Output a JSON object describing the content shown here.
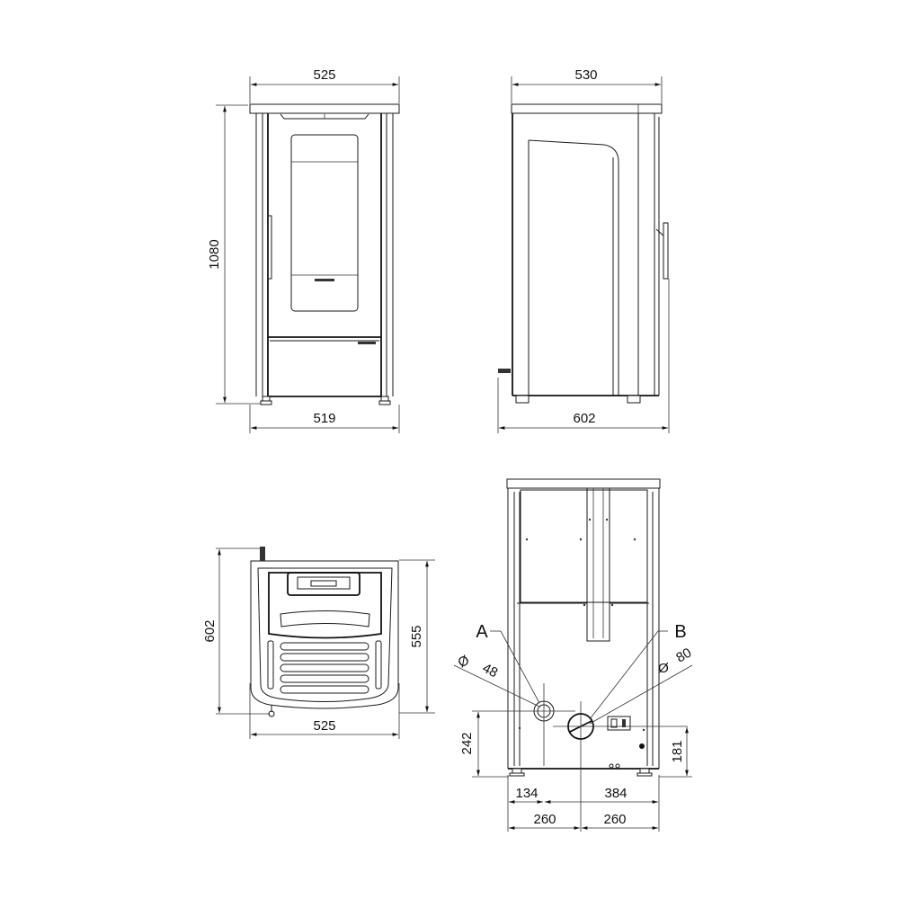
{
  "drawing": {
    "subject": "Pellet stove dimensional drawing",
    "units": "mm",
    "colors": {
      "line": "#1a1a1a",
      "background": "#ffffff"
    }
  },
  "views": {
    "front": {
      "width_top": "525",
      "width_bottom": "519",
      "height": "1080"
    },
    "side": {
      "depth_top": "530",
      "depth_bottom": "602"
    },
    "top": {
      "depth_total": "602",
      "depth_body": "555",
      "width": "525"
    },
    "rear": {
      "label_a": "A",
      "label_b": "B",
      "diameter_a_symbol": "Ø",
      "diameter_a": "48",
      "diameter_b_symbol": "Ø",
      "diameter_b": "80",
      "height_a": "242",
      "height_b": "181",
      "offset_a": "134",
      "offset_b": "384",
      "half_left": "260",
      "half_right": "260"
    }
  }
}
